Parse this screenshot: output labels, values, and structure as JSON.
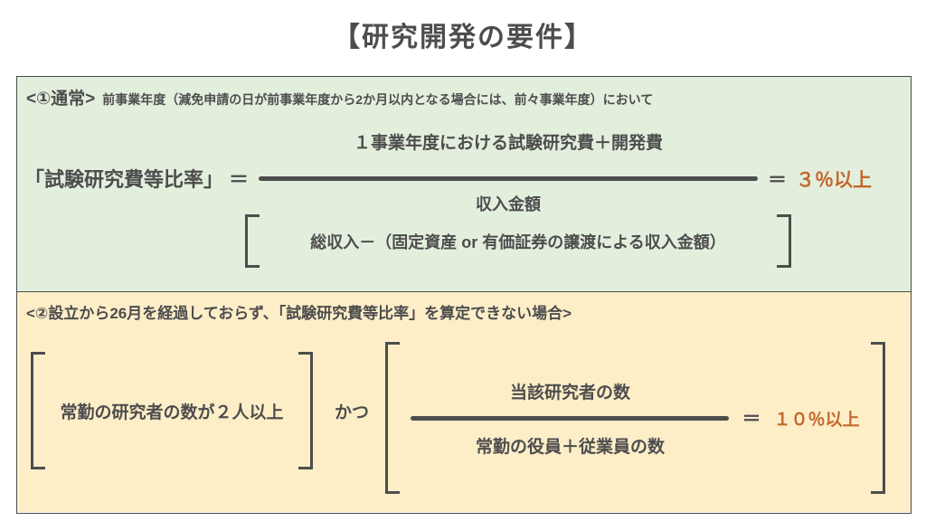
{
  "title": "【研究開発の要件】",
  "colors": {
    "page-bg": "#ffffff",
    "text": "#4d4d4d",
    "green-bg": "#e3efdd",
    "cream-bg": "#fdeec8",
    "border": "#4a4a4a",
    "accent-orange": "#c4682e"
  },
  "section1": {
    "header_label": "<①通常>",
    "header_note": "前事業年度（減免申請の日が前事業年度から2か月以内となる場合には、前々事業年度）において",
    "lhs_label": "「試験研究費等比率」",
    "equals": "＝",
    "numerator": "１事業年度における試験研究費＋開発費",
    "denominator_title": "収入金額",
    "denominator_detail": "総収入－（固定資産 or 有価証券の譲渡による収入金額）",
    "threshold": "３％以上"
  },
  "section2": {
    "header": "<②設立から26月を経過しておらず、「試験研究費等比率」を算定できない場合>",
    "condition1": "常勤の研究者の数が２人以上",
    "connector": "かつ",
    "numerator": "当該研究者の数",
    "denominator": "常勤の役員＋従業員の数",
    "equals": "＝",
    "threshold": "１０％以上"
  }
}
